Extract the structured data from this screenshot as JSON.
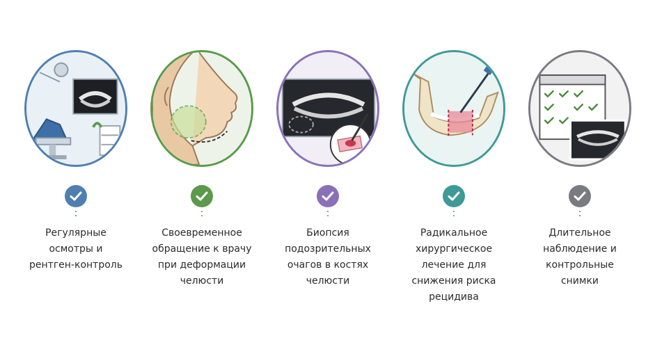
{
  "steps": [
    {
      "id": "checkups",
      "label": "Регулярные\nосмотры и\nрентген-контроль",
      "icon": "dental-chair-xray-icon",
      "color": "#4f7fb0"
    },
    {
      "id": "doctor",
      "label": "Своевременное\nобращение к врачу\nпри деформации\nчелюсти",
      "icon": "jaw-swelling-icon",
      "color": "#5a9a4a"
    },
    {
      "id": "biopsy",
      "label": "Биопсия подозрительных\nочагов в костях\nчелюсти",
      "icon": "biopsy-xray-icon",
      "color": "#8a70b8"
    },
    {
      "id": "surgery",
      "label": "Радикальное\nхирургическое\nлечение для\nснижения риска\nрецидива",
      "icon": "mandible-surgery-icon",
      "color": "#3f9a96"
    },
    {
      "id": "followup",
      "label": "Длительное\nнаблюдение и\nконтрольные\nснимки",
      "icon": "calendar-xray-icon",
      "color": "#7a7a82"
    }
  ]
}
